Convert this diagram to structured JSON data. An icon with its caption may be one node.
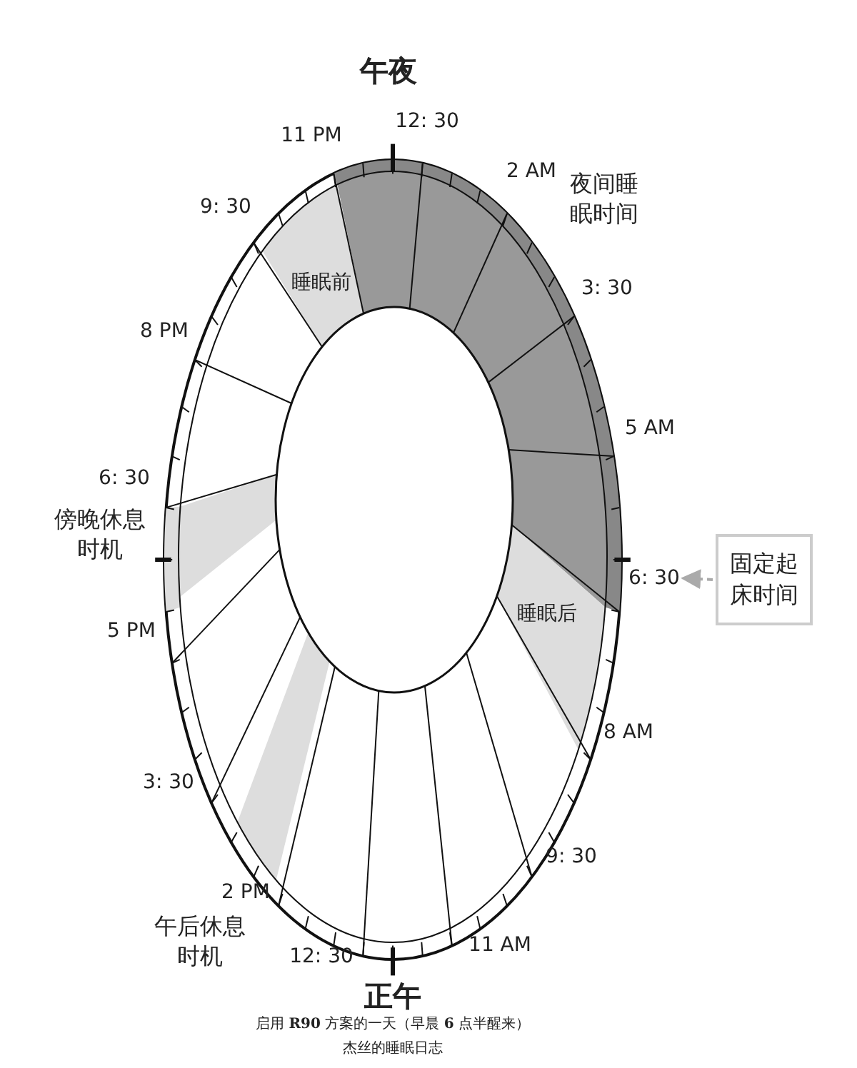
{
  "diagram": {
    "caption": "启用 **R90** 方案的一天（早晨 **6** 点半醒来）",
    "nodes": [
      {
        "text": [
          "睡眠前"
        ]
      },
      {
        "text": [
          "睡眠后"
        ]
      },
      {
        "text": [
          "6: 30"
        ]
      },
      {
        "text": [
          "固定起床时间"
        ]
      }
    ],
    "edges": [
      {
        "from": 3,
        "to": 2,
        "arrow": "to",
        "style": "dashed"
      }
    ],
    "labels": [
      "午夜",
      "12: 30",
      "11 PM",
      "2 AM",
      "夜间睡眠时间",
      "9: 30",
      "3: 30",
      "8 PM",
      "5 AM",
      "6: 30",
      "傍晚休息时机",
      "5 PM",
      "8 AM",
      "3: 30",
      "9: 30",
      "2 PM",
      "11 AM",
      "午后休息时机",
      "12: 30",
      "正午",
      "杰丝的睡眠日志"
    ]
  }
}
